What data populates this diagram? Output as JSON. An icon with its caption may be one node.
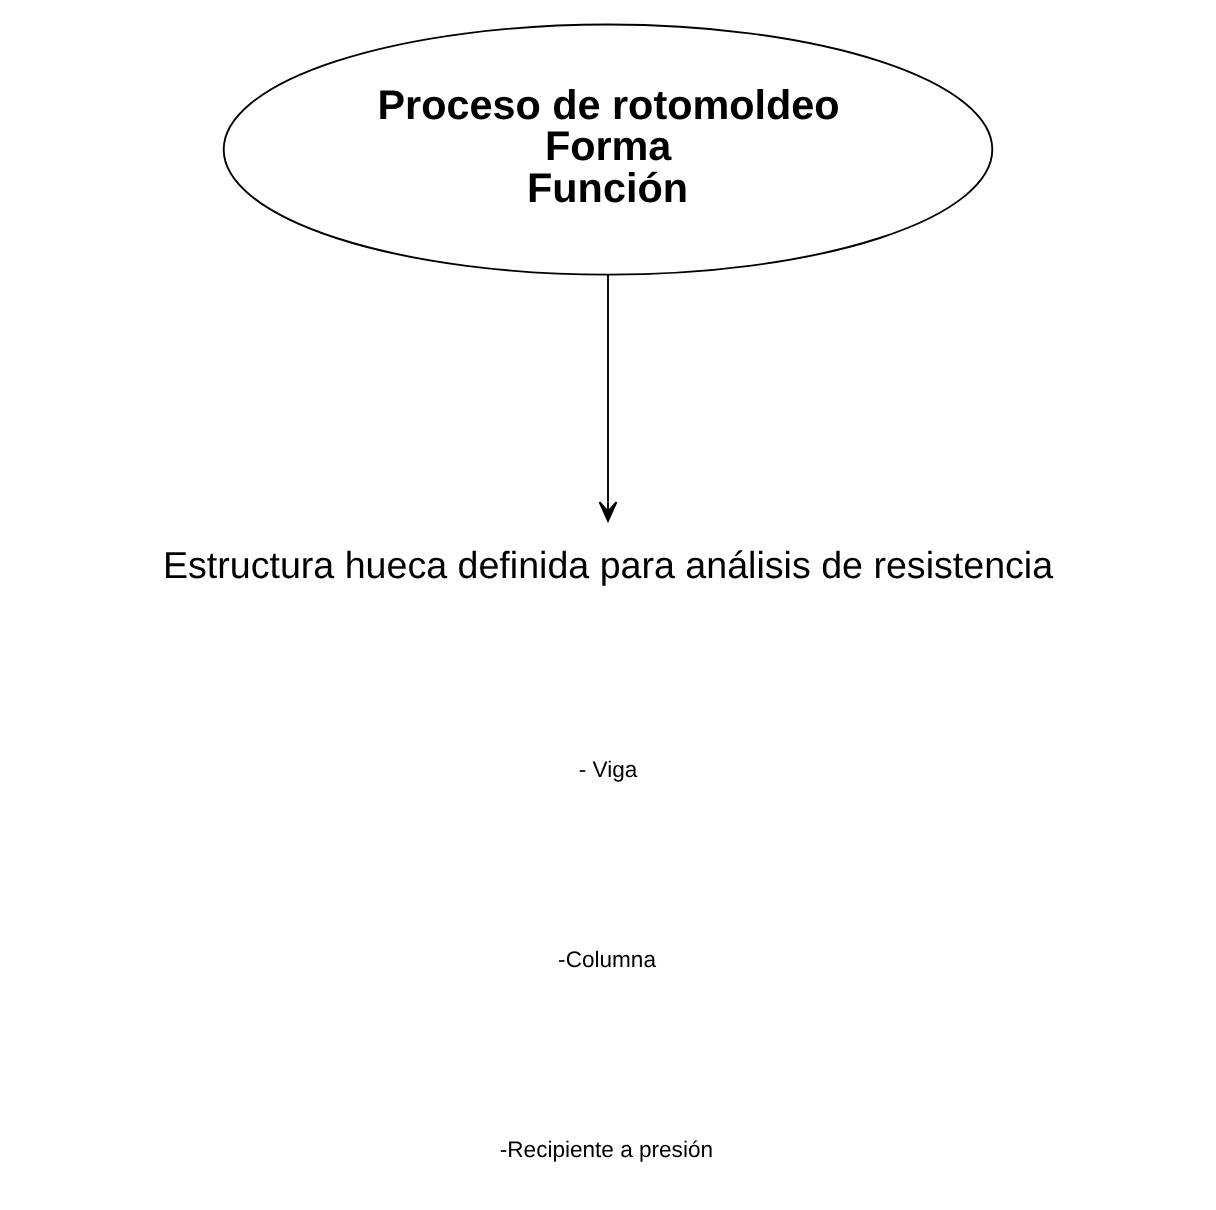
{
  "diagram": {
    "nodes": [
      {
        "text": [
          "Proceso de rotomoldeo",
          "Forma",
          "Función"
        ]
      },
      {
        "text": [
          "Estructura hueca definida para análisis de resistencia"
        ]
      }
    ],
    "edges": [
      {
        "from": 0,
        "to": 1,
        "arrow": "to"
      }
    ],
    "labels": [
      "- Viga",
      "-Columna",
      "-Recipiente a presión"
    ]
  }
}
